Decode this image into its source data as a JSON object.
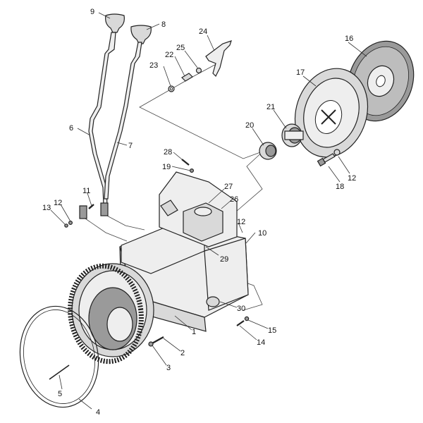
{
  "diagram": {
    "callouts": [
      {
        "id": "1",
        "text": "1"
      },
      {
        "id": "2",
        "text": "2"
      },
      {
        "id": "3",
        "text": "3"
      },
      {
        "id": "4",
        "text": "4"
      },
      {
        "id": "5",
        "text": "5"
      },
      {
        "id": "6",
        "text": "6"
      },
      {
        "id": "7",
        "text": "7"
      },
      {
        "id": "8",
        "text": "8"
      },
      {
        "id": "9",
        "text": "9"
      },
      {
        "id": "10",
        "text": "10"
      },
      {
        "id": "11",
        "text": "11"
      },
      {
        "id": "12a",
        "text": "12"
      },
      {
        "id": "12b",
        "text": "12"
      },
      {
        "id": "12c",
        "text": "12"
      },
      {
        "id": "13",
        "text": "13"
      },
      {
        "id": "14",
        "text": "14"
      },
      {
        "id": "15",
        "text": "15"
      },
      {
        "id": "16",
        "text": "16"
      },
      {
        "id": "17",
        "text": "17"
      },
      {
        "id": "18",
        "text": "18"
      },
      {
        "id": "19",
        "text": "19"
      },
      {
        "id": "20",
        "text": "20"
      },
      {
        "id": "21",
        "text": "21"
      },
      {
        "id": "22",
        "text": "22"
      },
      {
        "id": "23",
        "text": "23"
      },
      {
        "id": "24",
        "text": "24"
      },
      {
        "id": "25",
        "text": "25"
      },
      {
        "id": "26",
        "text": "26"
      },
      {
        "id": "27",
        "text": "27"
      },
      {
        "id": "28",
        "text": "28"
      },
      {
        "id": "29",
        "text": "29"
      },
      {
        "id": "30",
        "text": "30"
      }
    ]
  }
}
